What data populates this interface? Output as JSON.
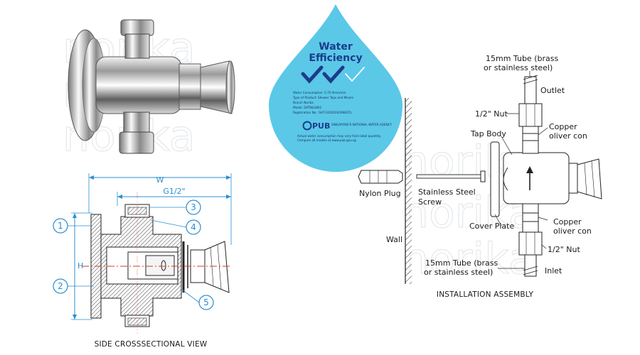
{
  "watermark": {
    "text": "norika"
  },
  "photo": {
    "name": "tap-product-photo"
  },
  "badge": {
    "title_line1": "Water",
    "title_line2": "Efficiency",
    "lines": [
      "Water Consumption: 5.70 litres/min",
      "Type of Product: Shower Taps and Mixers",
      "Brand: Norika",
      "Model: DATNLG801",
      "Registration No.: SHT-2020/030398/STL"
    ],
    "pub_label": "PUB",
    "pub_sub": "SINGAPORE'S NATIONAL WATER AGENCY",
    "footer_line1": "Actual water consumption may vary from label quantity.",
    "footer_line2": "Compare all models at www.pub.gov.sg",
    "checks_filled": 2,
    "checks_total": 3,
    "color": "#5bc8e8",
    "check_color": "#1b3c8c"
  },
  "cross_section": {
    "caption": "SIDE CROSSSECTIONAL VIEW",
    "dim_w": "W",
    "dim_g": "G1/2\"",
    "dim_h": "H",
    "callouts": [
      "1",
      "2",
      "3",
      "4",
      "5"
    ],
    "accent": "#2a8fd0",
    "centerline": "#d33a2c"
  },
  "assembly": {
    "caption": "INSTALLATION ASSEMBLY",
    "labels": {
      "tube_top_l1": "15mm Tube (brass",
      "tube_top_l2": "or stainless steel)",
      "outlet": "Outlet",
      "nut_top": "1/2\" Nut",
      "copper_top_l1": "Copper",
      "copper_top_l2": "oliver con",
      "tap_body": "Tap Body",
      "nylon_plug": "Nylon Plug",
      "screw_l1": "Stainless Steel",
      "screw_l2": "Screw",
      "cover_plate": "Cover Plate",
      "copper_bot_l1": "Copper",
      "copper_bot_l2": "oliver con",
      "wall": "Wall",
      "nut_bot": "1/2\" Nut",
      "tube_bot_l1": "15mm Tube (brass",
      "tube_bot_l2": "or stainless steel)",
      "inlet": "Inlet"
    }
  }
}
